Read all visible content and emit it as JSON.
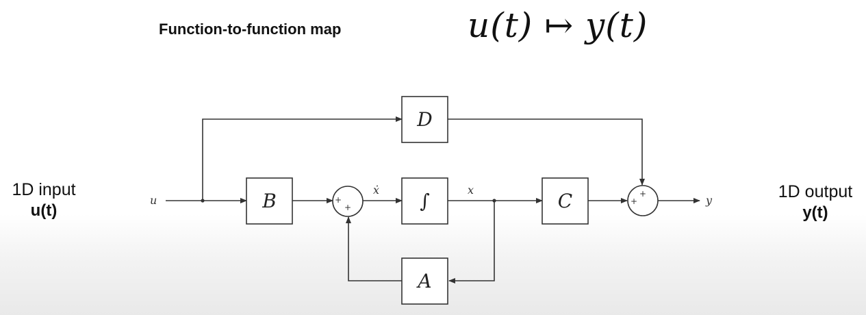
{
  "header": {
    "title": "Function-to-function map",
    "formula": "u(t) ↦ y(t)"
  },
  "input_label": {
    "line1": "1D input",
    "line2": "u(t)"
  },
  "output_label": {
    "line1": "1D output",
    "line2": "y(t)"
  },
  "diagram": {
    "blocks": {
      "B": "B",
      "D": "D",
      "integrator": "∫",
      "C": "C",
      "A": "A"
    },
    "signals": {
      "input": "u",
      "state_derivative": "ẋ",
      "state": "x",
      "output": "y"
    },
    "junction_sign": "+"
  }
}
